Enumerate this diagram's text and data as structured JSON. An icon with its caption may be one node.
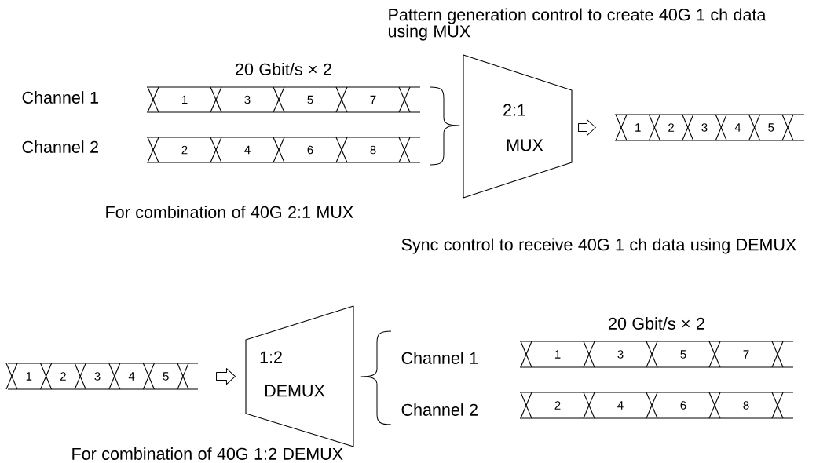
{
  "diagram": {
    "nodes": [
      {
        "text": [
          "2:1",
          "MUX"
        ]
      },
      {
        "text": [
          "1",
          "3",
          "5",
          "7"
        ],
        "beside": [
          "20 Gbit/s × 2"
        ]
      },
      {
        "text": [
          "2",
          "4",
          "6",
          "8"
        ]
      },
      {
        "text": [
          "1",
          "2",
          "3",
          "4",
          "5"
        ]
      },
      {
        "text": [
          "1",
          "2",
          "3",
          "4",
          "5"
        ]
      },
      {
        "text": [
          "1:2",
          "DEMUX"
        ]
      },
      {
        "text": [
          "1",
          "3",
          "5",
          "7"
        ],
        "beside": [
          "20 Gbit/s × 2"
        ]
      },
      {
        "text": [
          "2",
          "4",
          "6",
          "8"
        ]
      }
    ],
    "edges": [
      {
        "from": 0,
        "to": 3,
        "arrow": "to"
      },
      {
        "from": 4,
        "to": 5,
        "arrow": "to"
      }
    ],
    "labels": [
      "Pattern generation control to create 40G 1 ch data using MUX",
      "Channel 1",
      "Channel 2",
      "For combination of 40G 2:1 MUX",
      "Sync control to receive 40G 1 ch data using DEMUX",
      "Channel 1",
      "Channel 2",
      "For combination of 40G 1:2 DEMUX"
    ]
  }
}
